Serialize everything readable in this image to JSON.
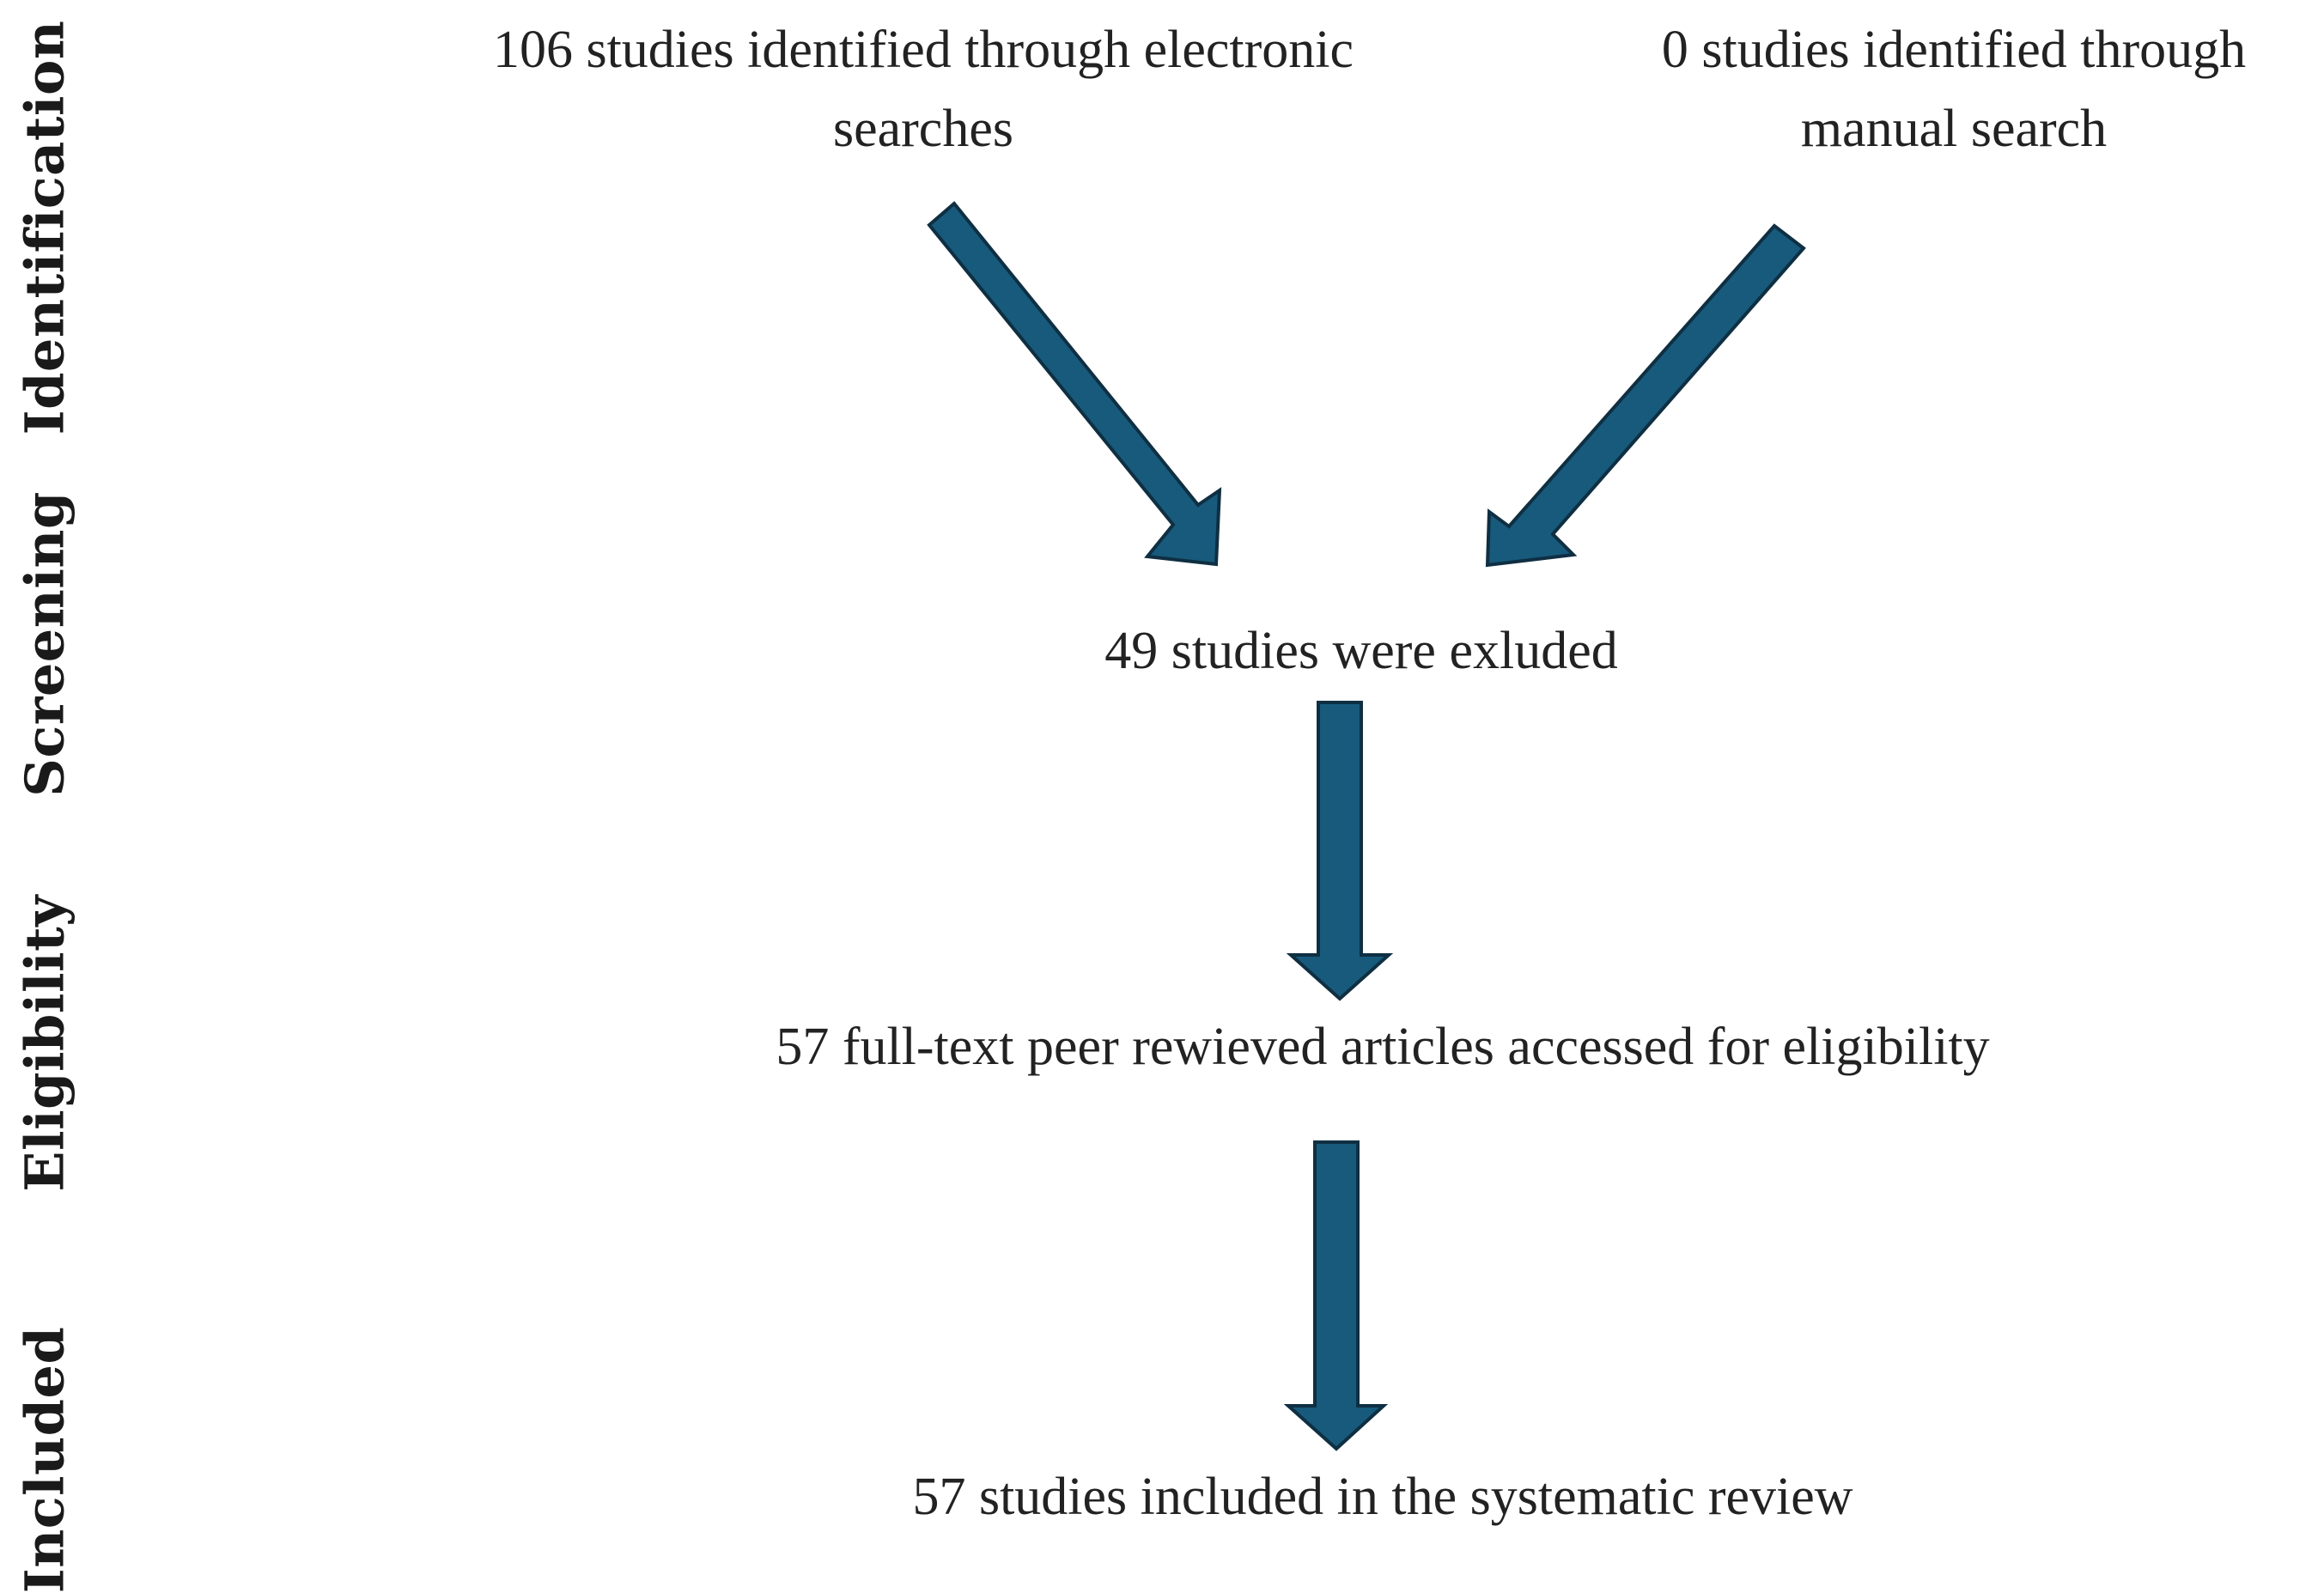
{
  "stages": {
    "identification": "Identification",
    "screening": "Screening",
    "eligibility": "Eligibility",
    "included": "Included"
  },
  "boxes": {
    "electronic_line1": "106 studies identified through electronic",
    "electronic_line2": "searches",
    "manual_line1": "0 studies identified through",
    "manual_line2": "manual search",
    "excluded": "49 studies were exluded",
    "eligibility": "57 full-text peer rewieved articles accessed for eligibility",
    "included": "57 studies included in the systematic review"
  },
  "colors": {
    "arrow_fill": "#175a7c",
    "arrow_stroke": "#0f2f42",
    "text": "#222222"
  }
}
